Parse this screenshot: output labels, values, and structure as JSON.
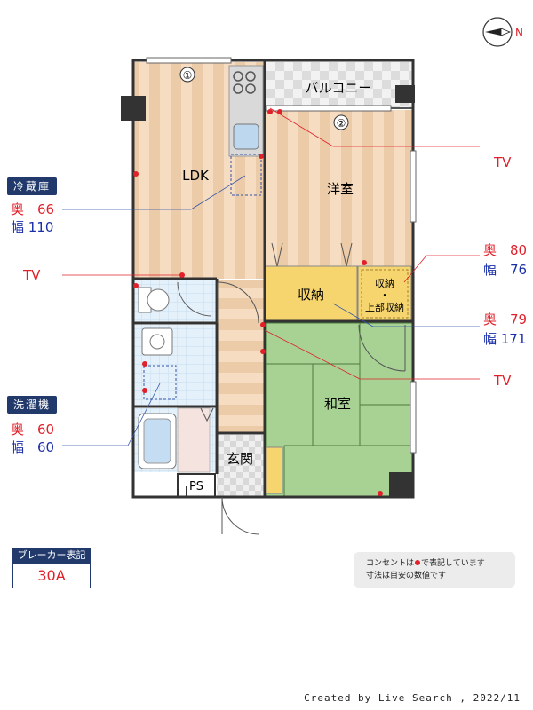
{
  "rooms": {
    "ldk": "LDK",
    "western": "洋室",
    "balcony": "バルコニー",
    "storage": "収納",
    "storage_small_1": "収納",
    "storage_small_2": "・",
    "storage_small_3": "上部収納",
    "japanese": "和室",
    "entrance": "玄関",
    "ps": "PS"
  },
  "markers": {
    "one": "①",
    "two": "②"
  },
  "labels": {
    "fridge": {
      "title": "冷蔵庫",
      "depth": "奥　66",
      "width": "幅 110"
    },
    "washer": {
      "title": "洗濯機",
      "depth": "奥　60",
      "width": "幅　60"
    },
    "storage_small": {
      "depth": "奥　80",
      "width": "幅　76"
    },
    "storage_main": {
      "depth": "奥　79",
      "width": "幅 171"
    }
  },
  "tv": {
    "tv1": "TV",
    "tv2": "TV",
    "tv3": "TV"
  },
  "breaker": {
    "title": "ブレーカー表記",
    "value": "30A"
  },
  "note": {
    "line1_a": "コンセントは",
    "line1_b": "で表記しています",
    "line2": "寸法は目安の数値です"
  },
  "compass": {
    "north": "N"
  },
  "credit": "Created by Live Search , 2022/11",
  "colors": {
    "outlet": "#e0202a",
    "label_bg": "#213a6b",
    "wood": "#f3d9bd",
    "tatami": "#a8d294",
    "storage": "#f7d56e",
    "wall": "#333333"
  }
}
